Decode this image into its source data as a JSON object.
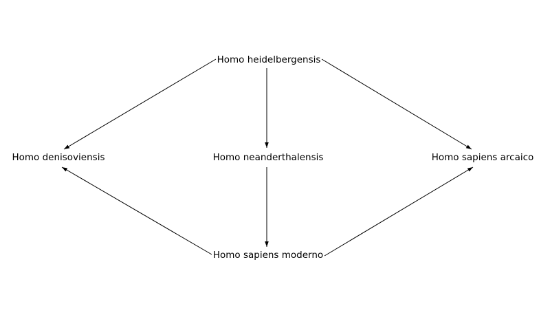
{
  "diagram": {
    "nodes": {
      "heidelbergensis": "Homo heidelbergensis",
      "denisoviensis": "Homo denisoviensis",
      "neanderthalensis": "Homo neanderthalensis",
      "sapiens_arcaico": "Homo sapiens arcaico",
      "sapiens_moderno": "Homo sapiens moderno"
    },
    "edges": [
      {
        "from": "heidelbergensis",
        "to": "denisoviensis"
      },
      {
        "from": "heidelbergensis",
        "to": "neanderthalensis"
      },
      {
        "from": "heidelbergensis",
        "to": "sapiens_arcaico"
      },
      {
        "from": "neanderthalensis",
        "to": "sapiens_moderno"
      },
      {
        "from": "sapiens_moderno",
        "to": "denisoviensis"
      },
      {
        "from": "sapiens_moderno",
        "to": "sapiens_arcaico"
      }
    ],
    "colors": {
      "line": "#000000",
      "text": "#000000",
      "background": "#ffffff"
    }
  }
}
